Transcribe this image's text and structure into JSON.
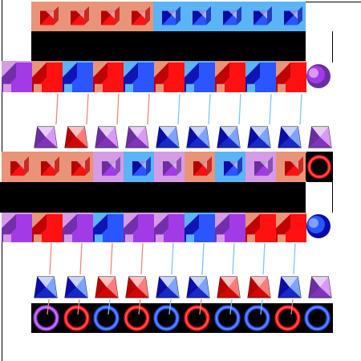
{
  "colors": {
    "salmon": "#e99478",
    "sky": "#5ab4f6",
    "lilac": "#d59ce6",
    "black": "#000000",
    "white": "#ffffff",
    "red": "#ff1111",
    "red_dark": "#b60000",
    "blue": "#2a55ff",
    "blue_dark": "#0b0ba8",
    "purple": "#a23be6",
    "purple_dark": "#6b2ea0",
    "link_red": "#e98a7e",
    "link_blue": "#7ec5f2"
  },
  "board": {
    "top_caps": [
      "salmon-red",
      "salmon-red",
      "salmon-red",
      "salmon-red",
      "sky-blue",
      "sky-blue",
      "sky-blue",
      "sky-blue",
      "sky-blue"
    ],
    "upper_row": [
      {
        "bg": "lilac",
        "fill": "purple"
      },
      {
        "bg": "salmon",
        "fill": "red"
      },
      {
        "bg": "sky",
        "fill": "blue"
      },
      {
        "bg": "salmon",
        "fill": "red"
      },
      {
        "bg": "sky",
        "fill": "blue"
      },
      {
        "bg": "salmon",
        "fill": "red"
      },
      {
        "bg": "sky",
        "fill": "blue"
      },
      {
        "bg": "salmon",
        "fill": "red"
      },
      {
        "bg": "sky",
        "fill": "blue"
      },
      {
        "bg": "salmon",
        "fill": "red"
      }
    ],
    "upper_orb": "purple",
    "gem_row_1": [
      "purple",
      "red",
      "purple",
      "purple",
      "blue",
      "blue",
      "blue",
      "blue",
      "blue",
      "purple"
    ],
    "mid_caps": [
      "salmon-red",
      "salmon-red",
      "salmon-red",
      "lilac-purple",
      "sky-blue",
      "lilac-purple",
      "salmon-red",
      "sky-blue",
      "lilac-purple",
      "salmon-red"
    ],
    "mid_ring": "red",
    "lower_row": [
      {
        "bg": "lilac",
        "fill": "purple"
      },
      {
        "bg": "salmon",
        "fill": "red"
      },
      {
        "bg": "lilac",
        "fill": "purple"
      },
      {
        "bg": "sky",
        "fill": "blue"
      },
      {
        "bg": "lilac",
        "fill": "purple"
      },
      {
        "bg": "lilac",
        "fill": "purple"
      },
      {
        "bg": "sky",
        "fill": "blue"
      },
      {
        "bg": "lilac",
        "fill": "purple"
      },
      {
        "bg": "salmon",
        "fill": "red"
      },
      {
        "bg": "salmon",
        "fill": "red"
      }
    ],
    "lower_orb": "blue",
    "gem_row_2": [
      "blue",
      "blue",
      "red",
      "red",
      "blue",
      "blue",
      "red",
      "red",
      "blue",
      "purple"
    ],
    "ring_row": [
      "purple",
      "red",
      "blue",
      "red",
      "blue",
      "red",
      "blue",
      "blue",
      "red",
      "blue"
    ],
    "links_1": [
      "red",
      "red",
      "red",
      "red",
      "blue",
      "blue",
      "blue",
      "blue",
      "blue"
    ],
    "links_2": [
      "red",
      "red",
      "red",
      "red",
      "blue",
      "blue",
      "blue",
      "blue",
      "blue"
    ]
  }
}
